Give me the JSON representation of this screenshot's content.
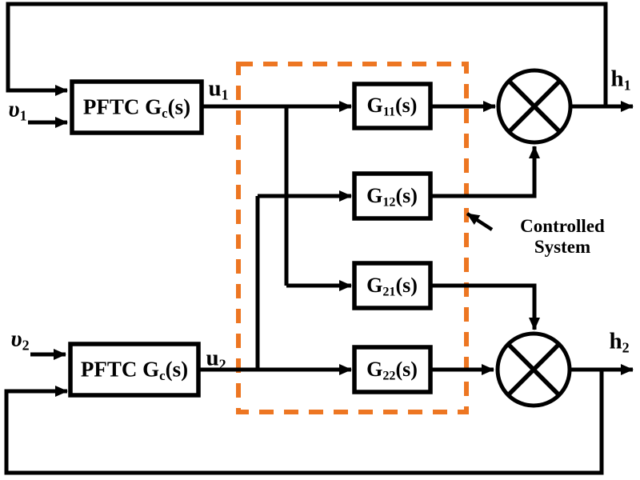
{
  "diagram": {
    "background": "#ffffff",
    "line_color": "#000000",
    "dashed_box_color": "#ED7622",
    "controllers": {
      "pftc1": {
        "prefix": "PFTC G",
        "sub": "c",
        "suffix": "(s)"
      },
      "pftc2": {
        "prefix": "PFTC G",
        "sub": "c",
        "suffix": "(s)"
      }
    },
    "plant_blocks": {
      "g11": {
        "prefix": "G",
        "sub": "11",
        "suffix": "(s)"
      },
      "g12": {
        "prefix": "G",
        "sub": "12",
        "suffix": "(s)"
      },
      "g21": {
        "prefix": "G",
        "sub": "21",
        "suffix": "(s)"
      },
      "g22": {
        "prefix": "G",
        "sub": "22",
        "suffix": "(s)"
      }
    },
    "signals": {
      "v1": {
        "main": "υ",
        "sub": "1"
      },
      "v2": {
        "main": "υ",
        "sub": "2"
      },
      "u1": {
        "main": "u",
        "sub": "1"
      },
      "u2": {
        "main": "u",
        "sub": "2"
      },
      "h1": {
        "main": "h",
        "sub": "1"
      },
      "h2": {
        "main": "h",
        "sub": "2"
      }
    },
    "annotations": {
      "controlled_system_line1": "Controlled",
      "controlled_system_line2": "System"
    }
  }
}
